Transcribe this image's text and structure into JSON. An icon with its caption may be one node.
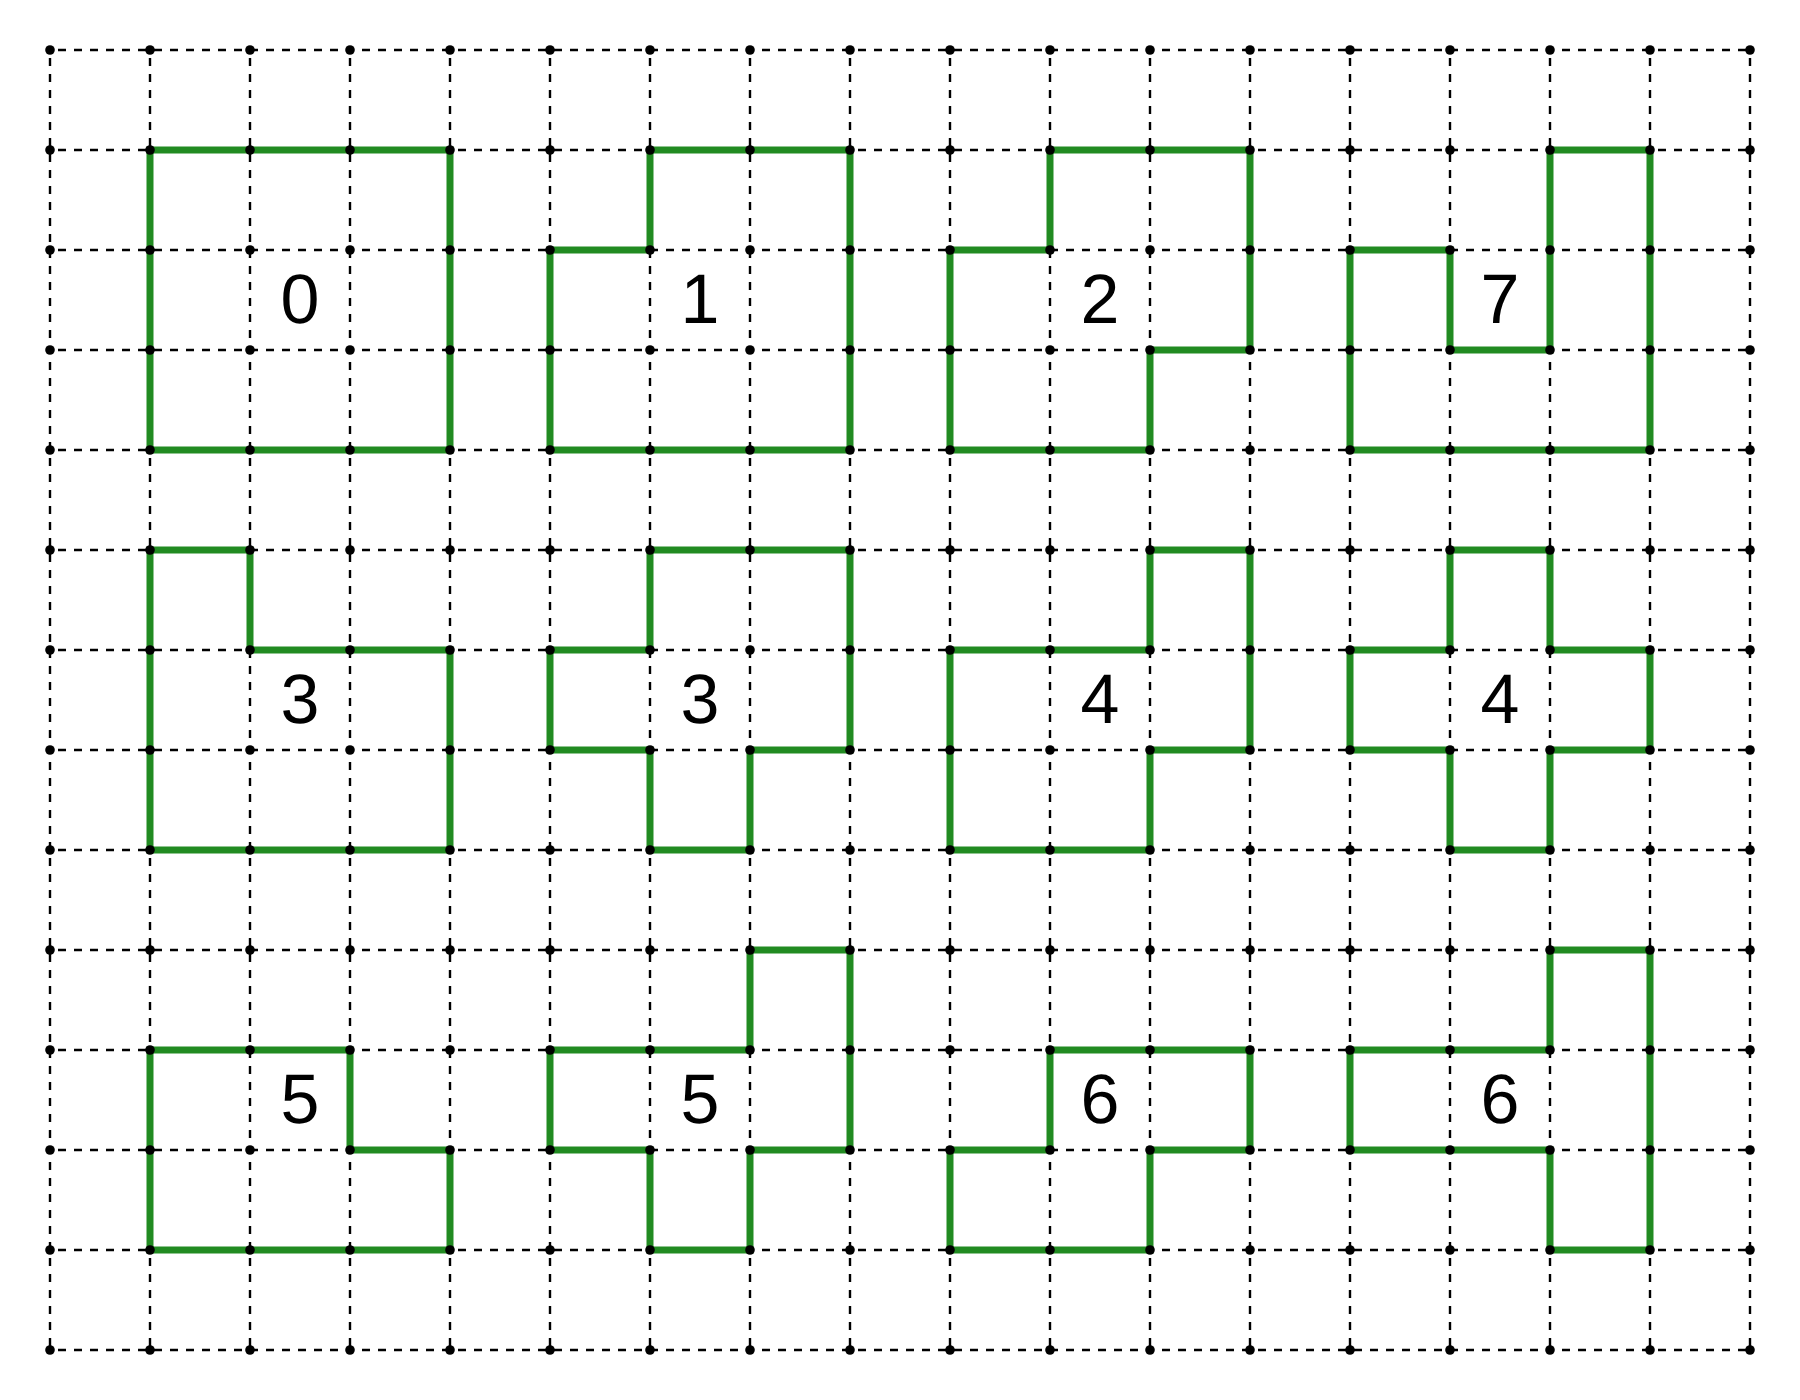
{
  "diagram": {
    "nodes": [
      {
        "text": [
          "0"
        ]
      },
      {
        "text": [
          "1"
        ]
      },
      {
        "text": [
          "2"
        ]
      },
      {
        "text": [
          "7"
        ]
      },
      {
        "text": [
          "3"
        ]
      },
      {
        "text": [
          "3"
        ]
      },
      {
        "text": [
          "4"
        ]
      },
      {
        "text": [
          "4"
        ]
      },
      {
        "text": [
          "5"
        ]
      },
      {
        "text": [
          "5"
        ]
      },
      {
        "text": [
          "6"
        ]
      },
      {
        "text": [
          "6"
        ]
      }
    ]
  }
}
